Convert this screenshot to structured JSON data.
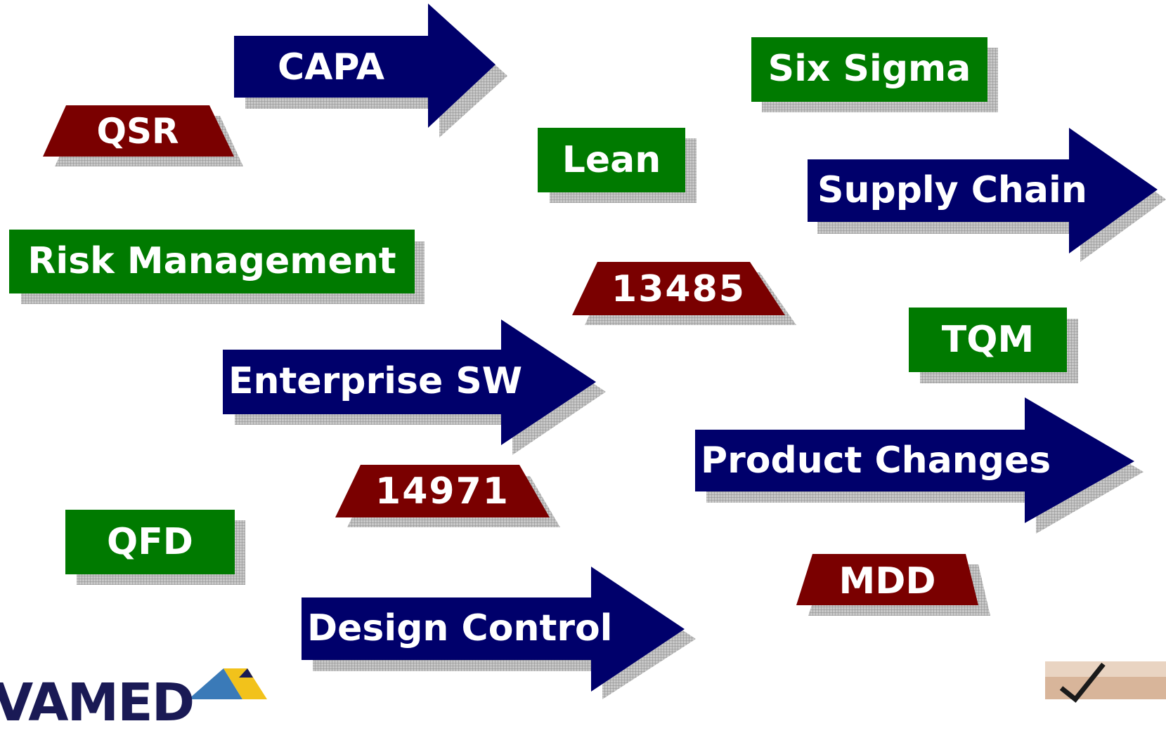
{
  "colors": {
    "navy": "#00006b",
    "green": "#007a00",
    "maroon": "#7a0000",
    "shadow": "#9a9a9a"
  },
  "labels": {
    "capa": "CAPA",
    "qsr": "QSR",
    "six_sigma": "Six Sigma",
    "lean": "Lean",
    "supply_chain": "Supply Chain",
    "risk_management": "Risk Management",
    "iso_13485": "13485",
    "tqm": "TQM",
    "enterprise_sw": "Enterprise SW",
    "product_changes": "Product Changes",
    "iso_14971": "14971",
    "qfd": "QFD",
    "mdd": "MDD",
    "design_control": "Design Control",
    "logo_text": "VAMED"
  },
  "icons": {
    "logo": "vamed-logo-icon",
    "checkmark": "checkmark-icon"
  }
}
